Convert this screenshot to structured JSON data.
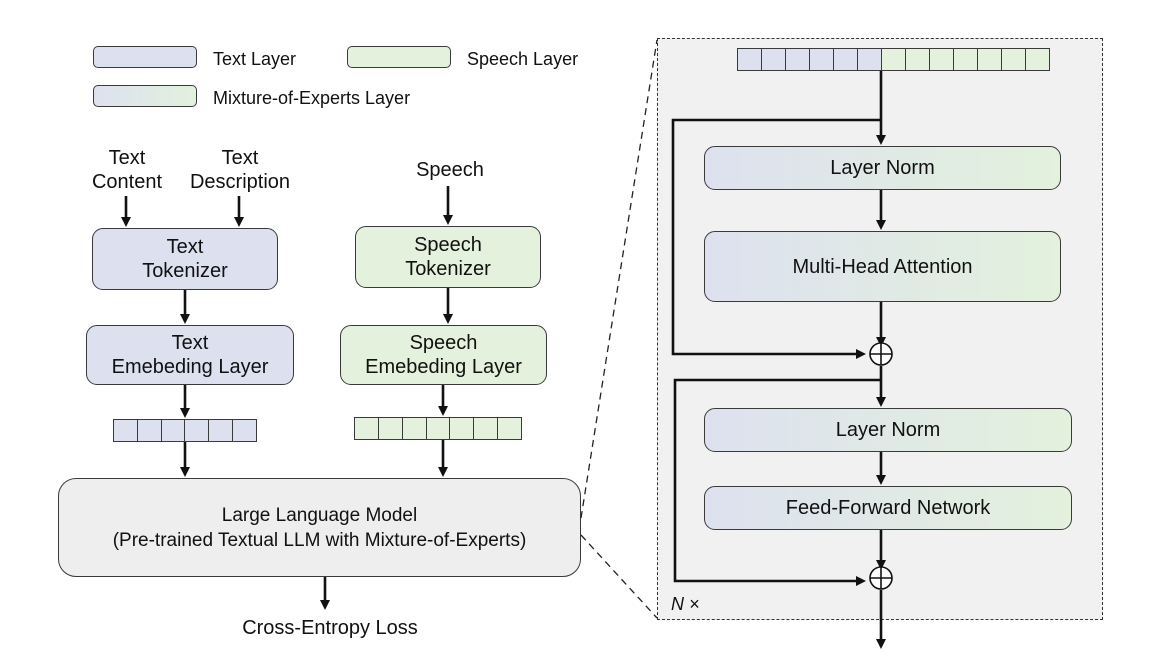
{
  "legend": {
    "text_layer": "Text Layer",
    "speech_layer": "Speech Layer",
    "moe_layer": "Mixture-of-Experts Layer"
  },
  "inputs": {
    "text_content": "Text\nContent",
    "text_description": "Text\nDescription",
    "speech": "Speech"
  },
  "left": {
    "text_tokenizer": "Text\nTokenizer",
    "speech_tokenizer": "Speech\nTokenizer",
    "text_embedding": "Text\nEmebeding Layer",
    "speech_embedding": "Speech\nEmebeding Layer",
    "llm": "Large Language Model\n(Pre-trained Textual LLM with Mixture-of-Experts)",
    "loss": "Cross-Entropy Loss"
  },
  "right": {
    "layer_norm_1": "Layer Norm",
    "mha": "Multi-Head Attention",
    "layer_norm_2": "Layer Norm",
    "ffn": "Feed-Forward Network",
    "repeat": "N ×"
  },
  "colors": {
    "text_layer": "#dde1ef",
    "speech_layer": "#e3f1dd",
    "llm": "#eeeeee",
    "panel": "#f1f1f1"
  }
}
